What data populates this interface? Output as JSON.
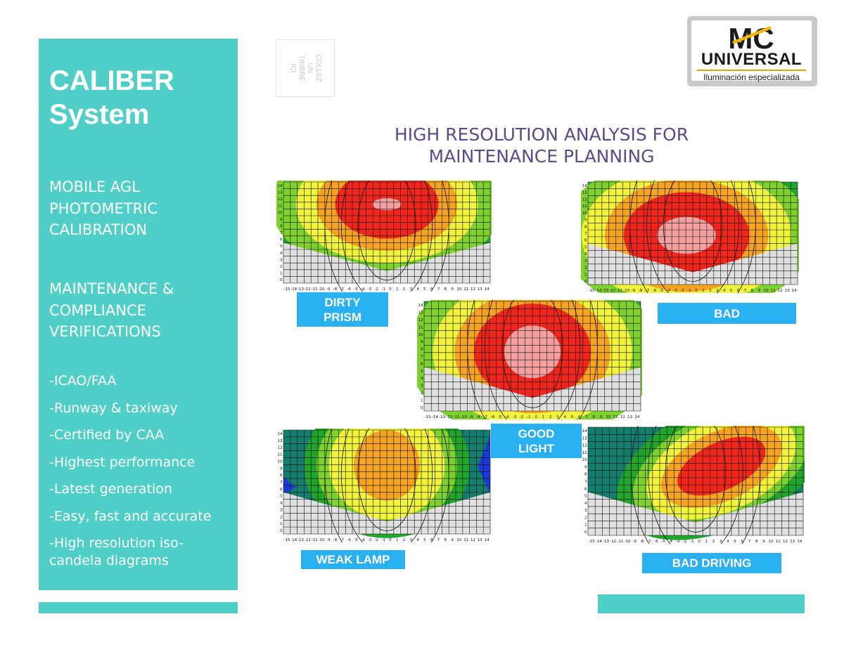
{
  "sidebar": {
    "title_line1": "CALIBER",
    "title_line2": "System",
    "section1": [
      "MOBILE AGL",
      "PHOTOMETRIC",
      "CALIBRATION"
    ],
    "section2": [
      "MAINTENANCE &",
      "COMPLIANCE",
      "VERIFICATIONS"
    ],
    "features": [
      "-ICAO/FAA",
      "-Runway & taxiway",
      "-Certified by CAA",
      "-Highest performance",
      "-Latest generation",
      "-Easy, fast and accurate",
      "-High resolution iso-candela diagrams"
    ]
  },
  "stamp": {
    "lines": [
      "COLLEZ",
      "UN",
      "TIMBRE",
      "ICI"
    ]
  },
  "logo": {
    "mark": "MC",
    "name": "UNIVERSAL",
    "tagline": "Iluminación especializada"
  },
  "headline": {
    "line1": "HIGH RESOLUTION ANALYSIS FOR",
    "line2": "MAINTENANCE PLANNING"
  },
  "axes": {
    "x_ticks": [
      "-15",
      "-14",
      "-13",
      "-12",
      "-11",
      "-10",
      "-9",
      "-8",
      "-7",
      "-6",
      "-5",
      "-4",
      "-3",
      "-2",
      "-1",
      "0",
      "1",
      "2",
      "3",
      "4",
      "5",
      "6",
      "7",
      "8",
      "9",
      "10",
      "11",
      "12",
      "13",
      "14"
    ],
    "y_ticks": [
      "0",
      "1",
      "2",
      "3",
      "4",
      "5",
      "6",
      "7",
      "8",
      "9",
      "10",
      "11",
      "12",
      "13",
      "14"
    ]
  },
  "diagrams": [
    {
      "label_lines": [
        "DIRTY",
        "PRISM"
      ],
      "condition": "dirty-prism"
    },
    {
      "label_lines": [
        "BAD"
      ],
      "condition": "bad"
    },
    {
      "label_lines": [
        "GOOD",
        "LIGHT"
      ],
      "condition": "good-light"
    },
    {
      "label_lines": [
        "WEAK LAMP"
      ],
      "condition": "weak-lamp"
    },
    {
      "label_lines": [
        "BAD DRIVING"
      ],
      "condition": "bad-driving"
    }
  ],
  "colors": {
    "teal": "#4fcfc8",
    "label_blue": "#29b0f0",
    "headline_purple": "#5b4b8a",
    "contour_dark": "#137e6d",
    "contour_green": "#22a52d",
    "contour_lime": "#7fd12f",
    "contour_yellow": "#f1f23a",
    "contour_orange": "#f6a320",
    "contour_red": "#f0261d",
    "contour_pink": "#f4a0a0",
    "contour_blue": "#1c38d6",
    "floor_grey": "#e0e0e0"
  }
}
